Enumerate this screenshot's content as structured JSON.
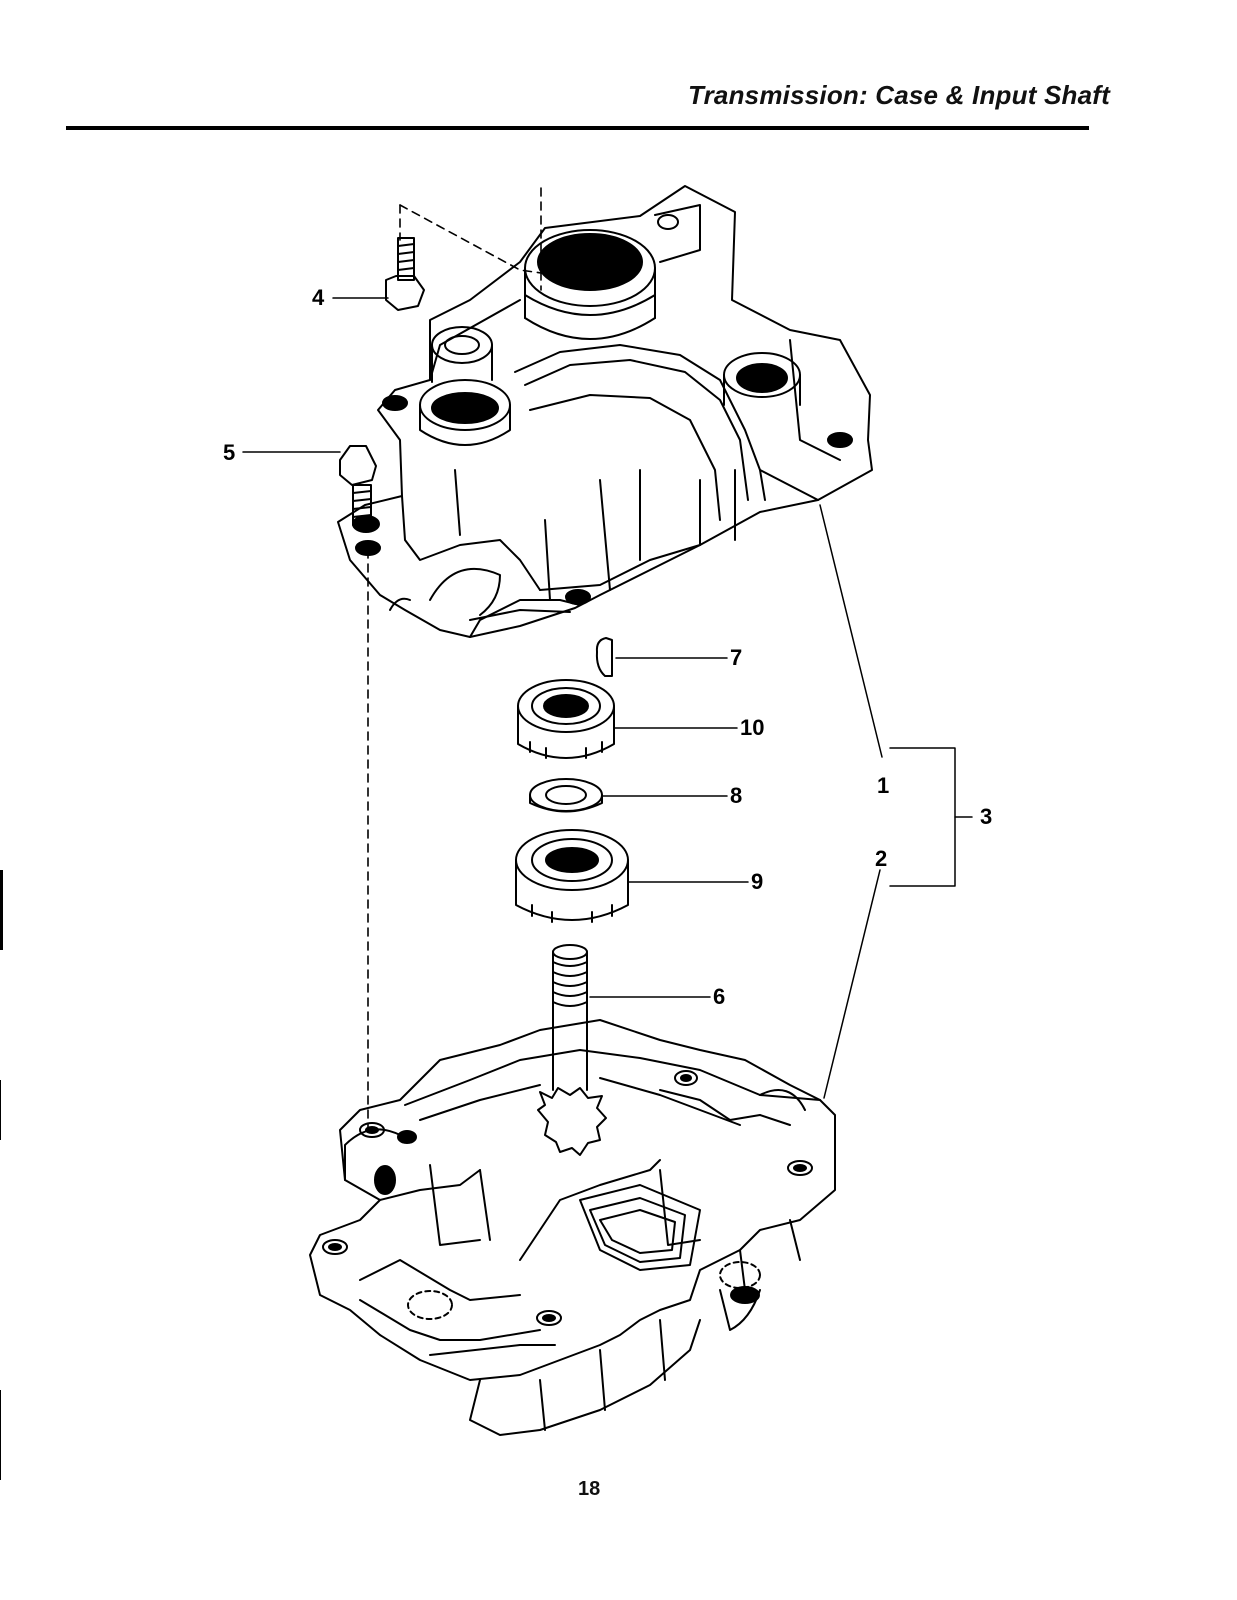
{
  "header": {
    "title": "Transmission: Case & Input Shaft"
  },
  "callouts": {
    "c1": "1",
    "c2": "2",
    "c3": "3",
    "c4": "4",
    "c5": "5",
    "c6": "6",
    "c7": "7",
    "c8": "8",
    "c9": "9",
    "c10": "10"
  },
  "footer": {
    "page_number": "18"
  }
}
